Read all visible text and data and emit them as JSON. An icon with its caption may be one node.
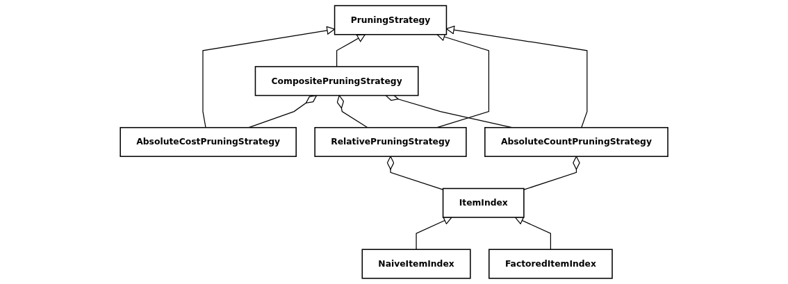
{
  "diagram": {
    "nodes": [
      {
        "text": [
          "PruningStrategy"
        ]
      },
      {
        "text": [
          "ItemIndex"
        ]
      },
      {
        "text": [
          "CompositePruningStrategy"
        ]
      },
      {
        "text": [
          "NaiveItemIndex"
        ]
      },
      {
        "text": [
          "FactoredItemIndex"
        ]
      },
      {
        "text": [
          "AbsoluteCountPruningStrategy"
        ]
      },
      {
        "text": [
          "AbsoluteCostPruningStrategy"
        ]
      },
      {
        "text": [
          "RelativePruningStrategy"
        ]
      }
    ],
    "edges": [
      {
        "from": 6,
        "to": 0,
        "arrow": "to"
      },
      {
        "from": 2,
        "to": 0,
        "arrow": "to"
      },
      {
        "from": 7,
        "to": 0,
        "arrow": "to"
      },
      {
        "from": 5,
        "to": 0,
        "arrow": "to"
      },
      {
        "from": 3,
        "to": 1,
        "arrow": "to"
      },
      {
        "from": 4,
        "to": 1,
        "arrow": "to"
      },
      {
        "from": 6,
        "to": 2,
        "arrow": "other"
      },
      {
        "from": 7,
        "to": 2,
        "arrow": "other"
      },
      {
        "from": 5,
        "to": 2,
        "arrow": "other"
      },
      {
        "from": 1,
        "to": 5,
        "arrow": "other"
      },
      {
        "from": 1,
        "to": 7,
        "arrow": "other"
      }
    ]
  }
}
